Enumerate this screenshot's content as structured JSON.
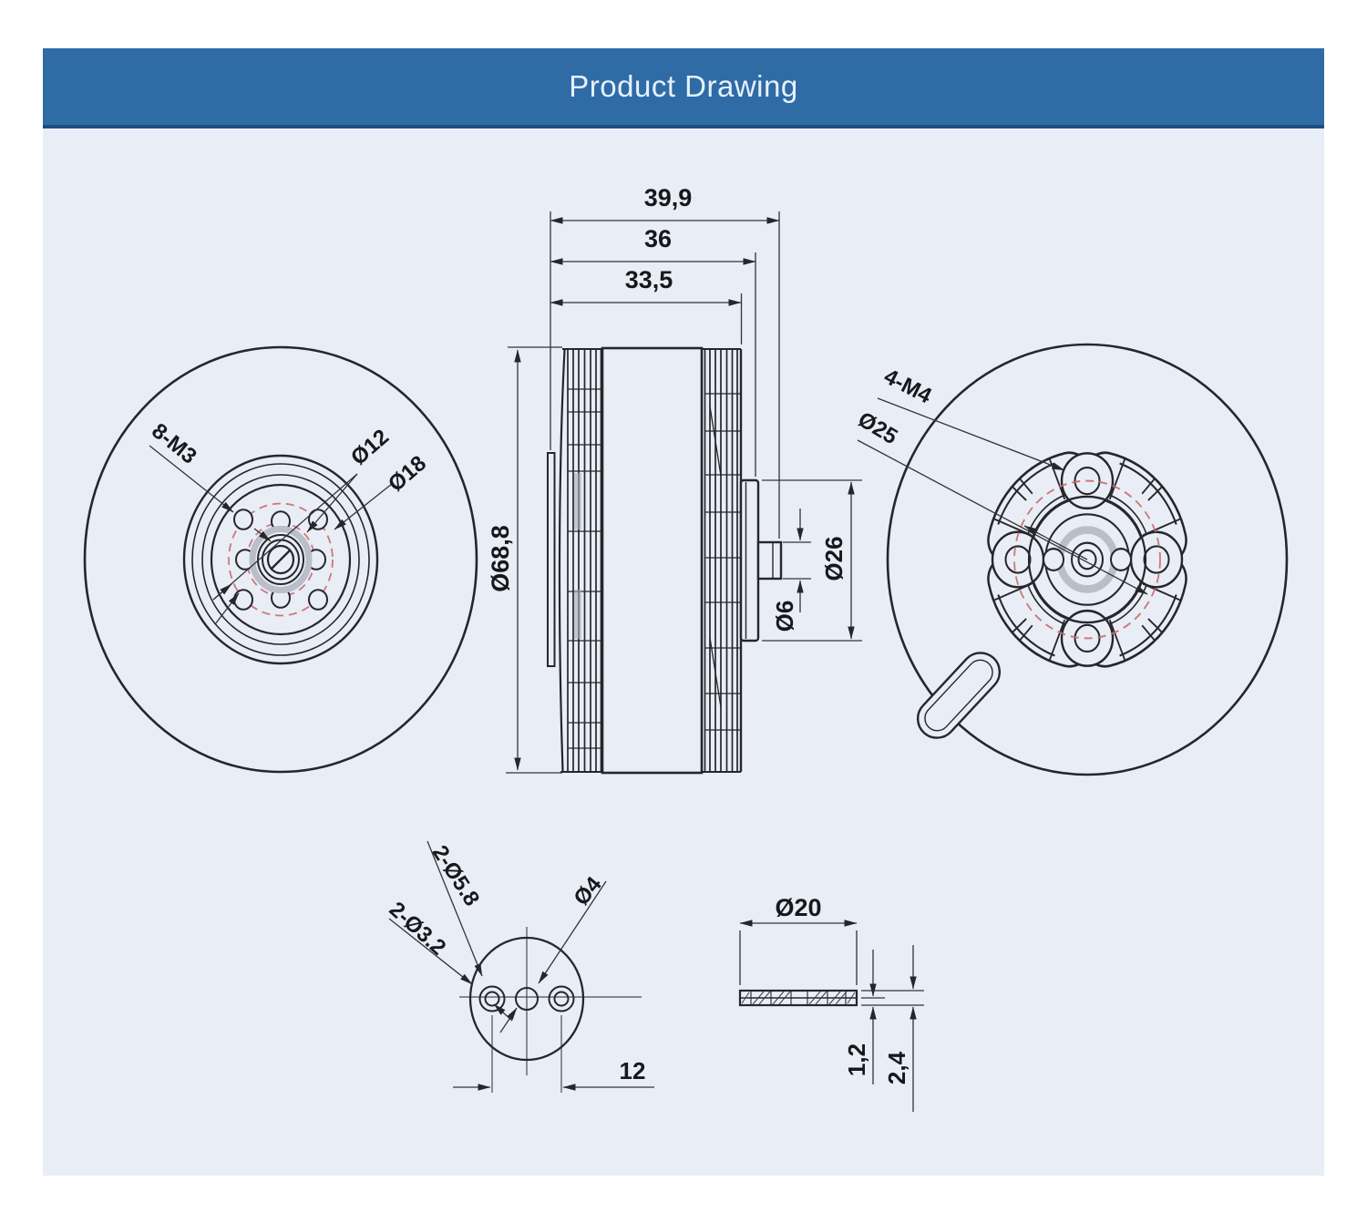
{
  "header": {
    "title": "Product Drawing"
  },
  "colors": {
    "header_bg": "#2f6ba5",
    "header_text": "#e6f1fc",
    "panel_bg": "#e9edf6",
    "line": "#26262b",
    "dim": "#33343a",
    "red_dashed": "#c96a6a",
    "gray_fill": "#b9bec9"
  },
  "views": {
    "front_view": {
      "labels": {
        "mount_holes": "8-M3",
        "bolt_circle_small": "Ø12",
        "bolt_circle_large": "Ø18"
      }
    },
    "side_view": {
      "labels": {
        "length_overall": "39,9",
        "length_to_boss": "36",
        "length_body": "33,5",
        "outer_diameter": "Ø68,8",
        "boss_diameter": "Ø26",
        "shaft_diameter": "Ø6"
      }
    },
    "rear_view": {
      "labels": {
        "mount_holes": "4-M4",
        "bolt_circle": "Ø25"
      }
    },
    "prop_adapter_front": {
      "labels": {
        "counterbore_holes": "2-Ø5.8",
        "through_holes": "2-Ø3.2",
        "center_hole": "Ø4",
        "hole_spacing": "12"
      }
    },
    "prop_adapter_side": {
      "labels": {
        "diameter": "Ø20",
        "plate_thickness": "1,2",
        "total_thickness": "2,4"
      }
    }
  }
}
